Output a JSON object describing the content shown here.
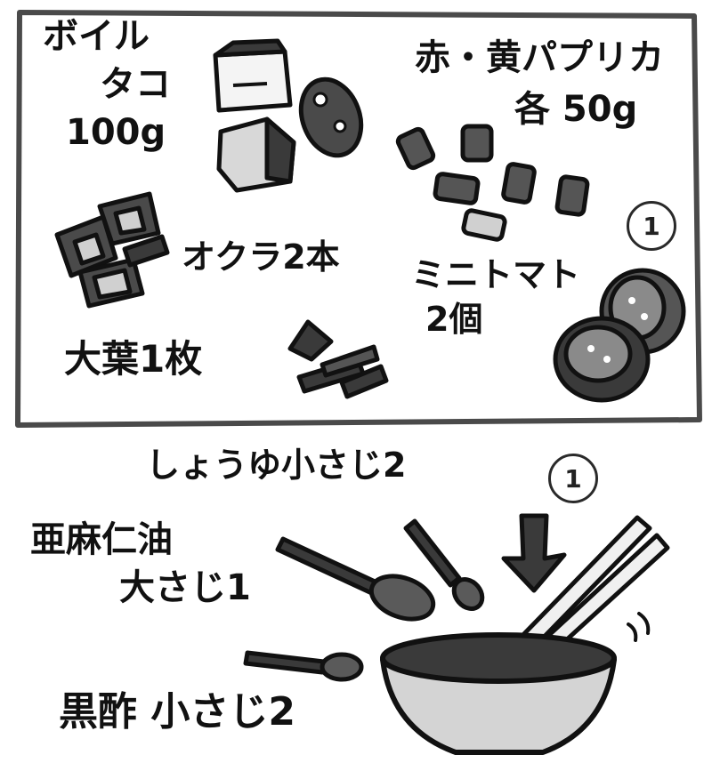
{
  "ingredients": {
    "octopus": {
      "name": "ボイル",
      "name2": "タコ",
      "amount": "100g"
    },
    "paprika": {
      "name": "赤・黄パプリカ",
      "amount": "各 50g"
    },
    "okra": {
      "label": "オクラ2本"
    },
    "tomato": {
      "name": "ミニトマト",
      "amount": "2個"
    },
    "shiso": {
      "label": "大葉1枚"
    },
    "step_badge": "1"
  },
  "seasonings": {
    "soy_sauce": "しょうゆ小さじ2",
    "step_badge": "1",
    "linseed_oil": {
      "name": "亜麻仁油",
      "amount": "大さじ1"
    },
    "black_vinegar": "黒酢 小さじ2"
  },
  "colors": {
    "ink": "#111111",
    "frame": "#4a4a4a",
    "dark_fill": "#3a3a3a",
    "mid_fill": "#7a7a7a",
    "light_fill": "#c8c8c8",
    "bowl": "#d4d4d4"
  }
}
